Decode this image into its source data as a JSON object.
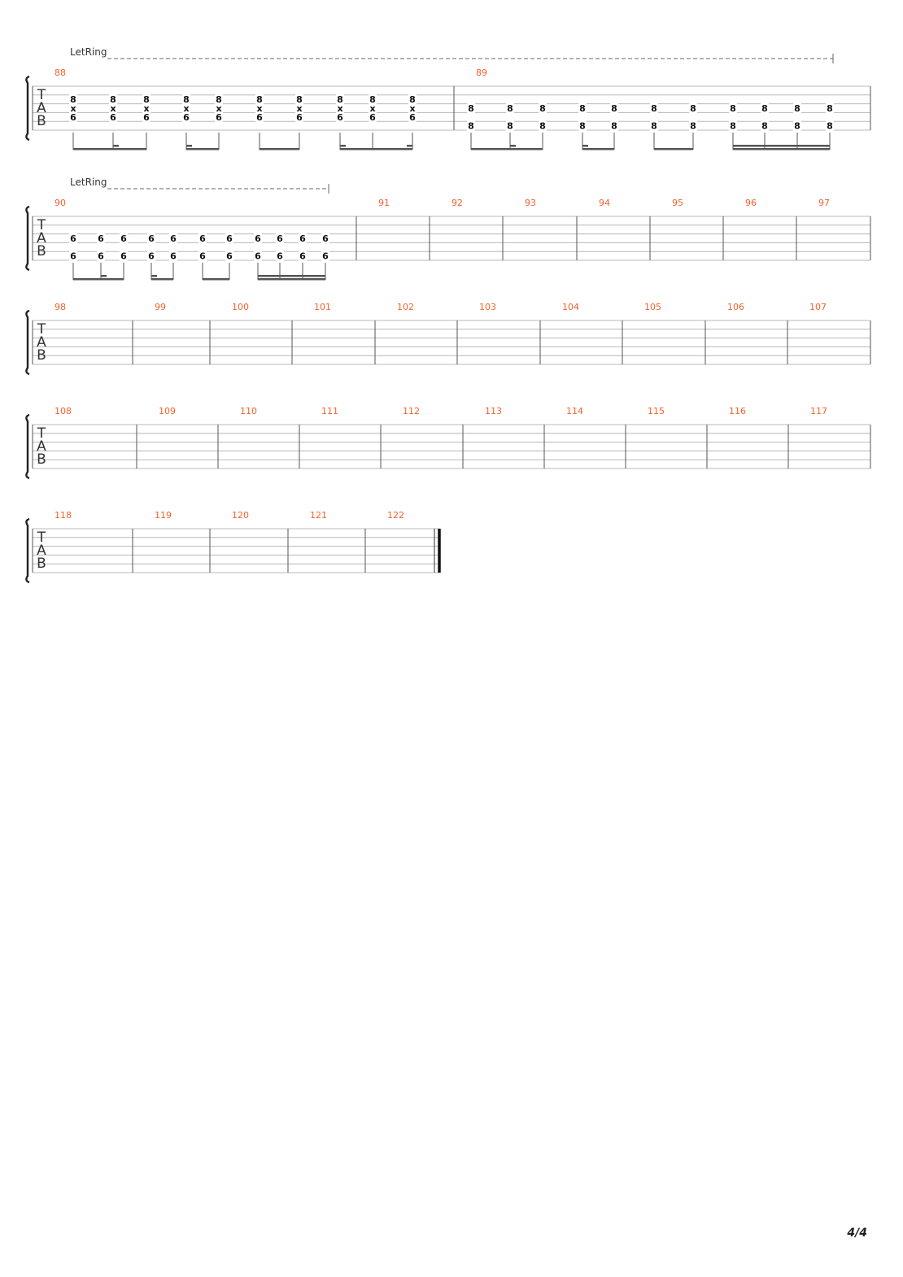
{
  "page_number": "4/4",
  "clef_letters": [
    "T",
    "A",
    "B"
  ],
  "let_ring_label": "LetRing",
  "systems": [
    {
      "let_ring": true,
      "measures": [
        {
          "number": "88",
          "beats": [
            [
              "8",
              "x",
              "6"
            ],
            [
              "8",
              "x",
              "6"
            ],
            [
              "8",
              "x",
              "6"
            ],
            [
              "8",
              "x",
              "6"
            ],
            [
              "8",
              "x",
              "6"
            ],
            [
              "8",
              "x",
              "6"
            ],
            [
              "8",
              "x",
              "6"
            ],
            [
              "8",
              "x",
              "6"
            ],
            [
              "8",
              "x",
              "6"
            ],
            [
              "8",
              "x",
              "6"
            ]
          ]
        },
        {
          "number": "89",
          "beats": [
            [
              "8",
              "8"
            ],
            [
              "8",
              "8"
            ],
            [
              "8",
              "8"
            ],
            [
              "8",
              "8"
            ],
            [
              "8",
              "8"
            ],
            [
              "8",
              "8"
            ],
            [
              "8",
              "8"
            ],
            [
              "8",
              "8"
            ],
            [
              "8",
              "8"
            ],
            [
              "8",
              "8"
            ],
            [
              "8",
              "8"
            ]
          ]
        }
      ]
    },
    {
      "let_ring": true,
      "measures": [
        {
          "number": "90",
          "beats": [
            [
              "6",
              "6"
            ],
            [
              "6",
              "6"
            ],
            [
              "6",
              "6"
            ],
            [
              "6",
              "6"
            ],
            [
              "6",
              "6"
            ],
            [
              "6",
              "6"
            ],
            [
              "6",
              "6"
            ],
            [
              "6",
              "6"
            ],
            [
              "6",
              "6"
            ],
            [
              "6",
              "6"
            ],
            [
              "6",
              "6"
            ]
          ]
        },
        {
          "number": "91",
          "beats": []
        },
        {
          "number": "92",
          "beats": []
        },
        {
          "number": "93",
          "beats": []
        },
        {
          "number": "94",
          "beats": []
        },
        {
          "number": "95",
          "beats": []
        },
        {
          "number": "96",
          "beats": []
        },
        {
          "number": "97",
          "beats": []
        }
      ]
    },
    {
      "let_ring": false,
      "measures": [
        {
          "number": "98"
        },
        {
          "number": "99"
        },
        {
          "number": "100"
        },
        {
          "number": "101"
        },
        {
          "number": "102"
        },
        {
          "number": "103"
        },
        {
          "number": "104"
        },
        {
          "number": "105"
        },
        {
          "number": "106"
        },
        {
          "number": "107"
        }
      ]
    },
    {
      "let_ring": false,
      "measures": [
        {
          "number": "108"
        },
        {
          "number": "109"
        },
        {
          "number": "110"
        },
        {
          "number": "111"
        },
        {
          "number": "112"
        },
        {
          "number": "113"
        },
        {
          "number": "114"
        },
        {
          "number": "115"
        },
        {
          "number": "116"
        },
        {
          "number": "117"
        }
      ]
    },
    {
      "let_ring": false,
      "final": true,
      "measures": [
        {
          "number": "118"
        },
        {
          "number": "119"
        },
        {
          "number": "120"
        },
        {
          "number": "121"
        },
        {
          "number": "122"
        }
      ]
    }
  ],
  "colors": {
    "bar_number": "#f2622c",
    "staff_line": "#b8b8b8",
    "notes": "#111111"
  }
}
